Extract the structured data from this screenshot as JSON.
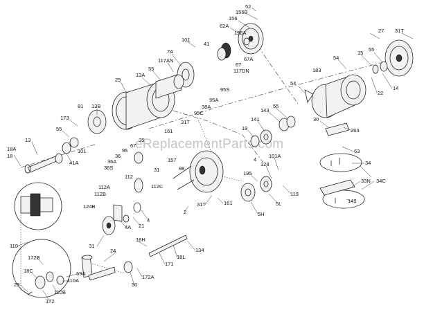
{
  "watermark": "eReplacementParts.com",
  "colors": {
    "ink": "#222222",
    "watermark": "#c4c4c4",
    "background": "#ffffff"
  },
  "callouts": [
    {
      "id": "c52",
      "text": "52"
    },
    {
      "id": "c156B",
      "text": "156B"
    },
    {
      "id": "c156",
      "text": "156"
    },
    {
      "id": "c62A",
      "text": "62A"
    },
    {
      "id": "c156A",
      "text": "156A"
    },
    {
      "id": "c67A",
      "text": "67A"
    },
    {
      "id": "c67",
      "text": "67"
    },
    {
      "id": "c117DN",
      "text": "117DN"
    },
    {
      "id": "c41",
      "text": "41"
    },
    {
      "id": "c101a",
      "text": "101"
    },
    {
      "id": "c7A",
      "text": "7A"
    },
    {
      "id": "c117AN",
      "text": "117AN"
    },
    {
      "id": "c55a",
      "text": "55"
    },
    {
      "id": "c13A",
      "text": "13A"
    },
    {
      "id": "c29",
      "text": "29"
    },
    {
      "id": "c13B",
      "text": "13B"
    },
    {
      "id": "c81",
      "text": "81"
    },
    {
      "id": "c173",
      "text": "173"
    },
    {
      "id": "c55b",
      "text": "55"
    },
    {
      "id": "c101b",
      "text": "101"
    },
    {
      "id": "c13",
      "text": "13"
    },
    {
      "id": "c18A",
      "text": "18A"
    },
    {
      "id": "c18",
      "text": "18"
    },
    {
      "id": "c41A",
      "text": "41A"
    },
    {
      "id": "c95S",
      "text": "95S"
    },
    {
      "id": "c95A",
      "text": "95A"
    },
    {
      "id": "c38A",
      "text": "38A"
    },
    {
      "id": "c95C",
      "text": "95C"
    },
    {
      "id": "c31Ta",
      "text": "31T"
    },
    {
      "id": "c161a",
      "text": "161"
    },
    {
      "id": "c35",
      "text": "35"
    },
    {
      "id": "c67b",
      "text": "67"
    },
    {
      "id": "c95",
      "text": "95"
    },
    {
      "id": "c36",
      "text": "36"
    },
    {
      "id": "c36A",
      "text": "36A"
    },
    {
      "id": "c36S",
      "text": "36S"
    },
    {
      "id": "c157",
      "text": "157"
    },
    {
      "id": "c31a",
      "text": "31"
    },
    {
      "id": "c98",
      "text": "98"
    },
    {
      "id": "c112",
      "text": "112"
    },
    {
      "id": "c112C",
      "text": "112C"
    },
    {
      "id": "c112A",
      "text": "112A"
    },
    {
      "id": "c112B",
      "text": "112B"
    },
    {
      "id": "c124B",
      "text": "124B"
    },
    {
      "id": "c4A",
      "text": "4A"
    },
    {
      "id": "c21",
      "text": "21"
    },
    {
      "id": "c4",
      "text": "4"
    },
    {
      "id": "c2",
      "text": "2"
    },
    {
      "id": "c31b",
      "text": "31"
    },
    {
      "id": "c31Tb",
      "text": "31T"
    },
    {
      "id": "c161b",
      "text": "161"
    },
    {
      "id": "c18H",
      "text": "18H"
    },
    {
      "id": "c24",
      "text": "24"
    },
    {
      "id": "c110",
      "text": "110"
    },
    {
      "id": "c172B",
      "text": "172B"
    },
    {
      "id": "c18C",
      "text": "18C"
    },
    {
      "id": "c69A",
      "text": "69A"
    },
    {
      "id": "c110A",
      "text": "110A"
    },
    {
      "id": "c110B",
      "text": "110B"
    },
    {
      "id": "c23",
      "text": "23"
    },
    {
      "id": "c172",
      "text": "172"
    },
    {
      "id": "c172A",
      "text": "172A"
    },
    {
      "id": "c171",
      "text": "171"
    },
    {
      "id": "c50",
      "text": "50"
    },
    {
      "id": "c18L",
      "text": "18L"
    },
    {
      "id": "c134",
      "text": "134"
    },
    {
      "id": "c27",
      "text": "27"
    },
    {
      "id": "c31Tc",
      "text": "31T"
    },
    {
      "id": "c54a",
      "text": "54"
    },
    {
      "id": "c15",
      "text": "15"
    },
    {
      "id": "c55c",
      "text": "55"
    },
    {
      "id": "c183",
      "text": "183"
    },
    {
      "id": "c54b",
      "text": "54"
    },
    {
      "id": "c22",
      "text": "22"
    },
    {
      "id": "c14",
      "text": "14"
    },
    {
      "id": "c143",
      "text": "143"
    },
    {
      "id": "c55d",
      "text": "55"
    },
    {
      "id": "c141",
      "text": "141"
    },
    {
      "id": "c19",
      "text": "19"
    },
    {
      "id": "c4b",
      "text": "4"
    },
    {
      "id": "c30",
      "text": "30"
    },
    {
      "id": "c264",
      "text": "264"
    },
    {
      "id": "c63",
      "text": "63"
    },
    {
      "id": "c34",
      "text": "34"
    },
    {
      "id": "c34C",
      "text": "34C"
    },
    {
      "id": "c33N",
      "text": "33N"
    },
    {
      "id": "c149",
      "text": "149"
    },
    {
      "id": "c101A",
      "text": "101A"
    },
    {
      "id": "c128",
      "text": "128"
    },
    {
      "id": "c119",
      "text": "119"
    },
    {
      "id": "c195",
      "text": "195"
    },
    {
      "id": "c5L",
      "text": "5L"
    },
    {
      "id": "c5H",
      "text": "5H"
    }
  ]
}
